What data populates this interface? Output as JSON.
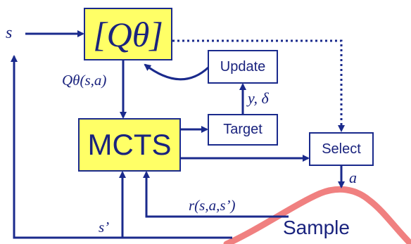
{
  "nodes": {
    "q_network": "[Qθ]",
    "mcts": "MCTS",
    "update": "Update",
    "target": "Target",
    "select": "Select",
    "sample": "Sample"
  },
  "edge_labels": {
    "state_in": "s",
    "q_values": "Qθ(s,a)",
    "targets": "y, δ",
    "action": "a",
    "reward": "r(s,a,s’)",
    "next_state": "s’"
  },
  "colors": {
    "arrow": "#1a2a8c",
    "box_fill_yellow": "#ffff66",
    "box_fill_white": "#ffffff",
    "sample_curve": "#f08080",
    "text": "#1a237e"
  }
}
